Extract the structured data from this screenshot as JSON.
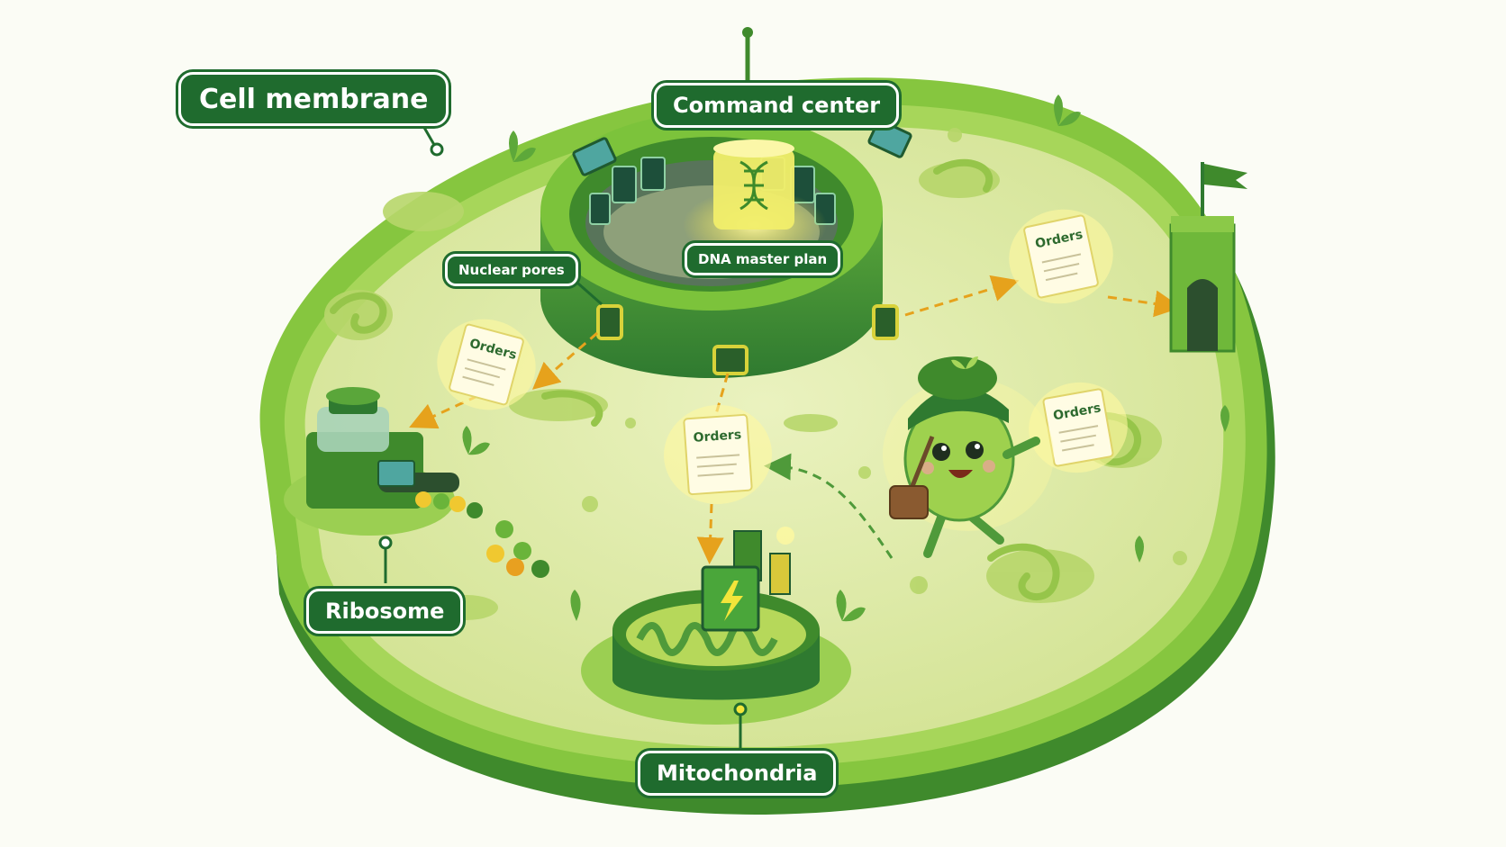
{
  "labels": {
    "cell_membrane": "Cell membrane",
    "command_center": "Command center",
    "dna_master_plan": "DNA master plan",
    "nuclear_pores": "Nuclear pores",
    "ribosome": "Ribosome",
    "mitochondria": "Mitochondria"
  },
  "orders": [
    {
      "text": "Orders"
    },
    {
      "text": "Orders"
    },
    {
      "text": "Orders"
    },
    {
      "text": "Orders"
    }
  ],
  "colors": {
    "dark_green": "#1f6b2e",
    "membrane_green": "#7cc33b",
    "cytoplasm": "#dfeaa9",
    "glow_yellow": "#f3e53a",
    "arrow": "#e6a21c"
  },
  "icons": {
    "dna": "dna-helix-icon",
    "lightning": "lightning-bolt-icon",
    "flag": "flag-icon"
  }
}
